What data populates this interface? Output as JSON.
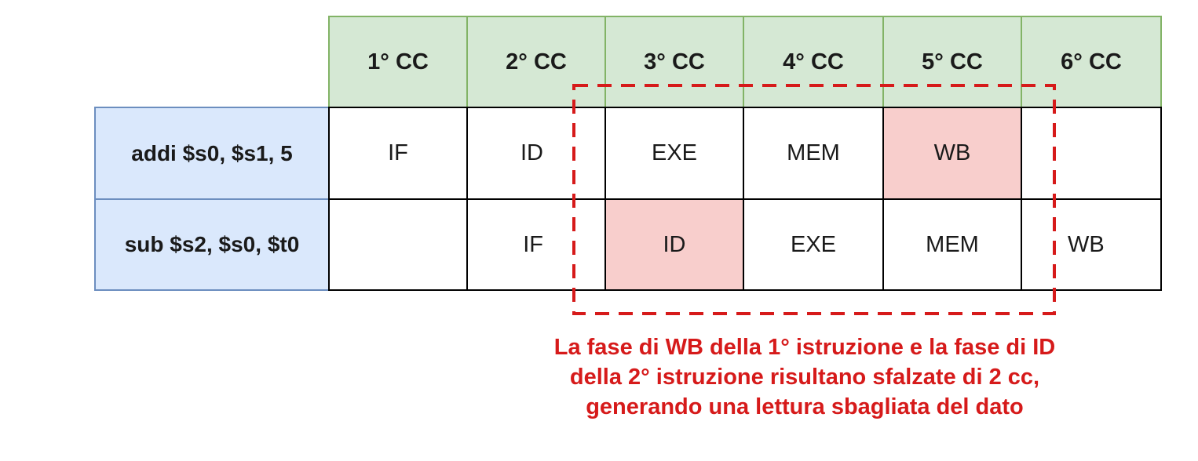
{
  "header": {
    "cycles": [
      "1° CC",
      "2° CC",
      "3° CC",
      "4° CC",
      "5° CC",
      "6° CC"
    ]
  },
  "rows": [
    {
      "instruction": "addi $s0, $s1, 5",
      "stages": [
        "IF",
        "ID",
        "EXE",
        "MEM",
        "WB",
        ""
      ]
    },
    {
      "instruction": "sub $s2, $s0, $t0",
      "stages": [
        "",
        "IF",
        "ID",
        "EXE",
        "MEM",
        "WB"
      ]
    }
  ],
  "highlighted_stages": [
    {
      "row": 0,
      "cycle": 5,
      "stage": "WB"
    },
    {
      "row": 1,
      "cycle": 3,
      "stage": "ID"
    }
  ],
  "caption": {
    "lines": [
      "La fase di WB della 1° istruzione e la fase di ID",
      "della 2° istruzione risultano sfalzate di 2 cc,",
      "generando una lettura sbagliata del dato"
    ]
  },
  "colors": {
    "header_fill": "#d5e8d4",
    "label_fill": "#dae8fc",
    "highlight_fill": "#f8cecc",
    "annotation": "#d61a1a"
  }
}
